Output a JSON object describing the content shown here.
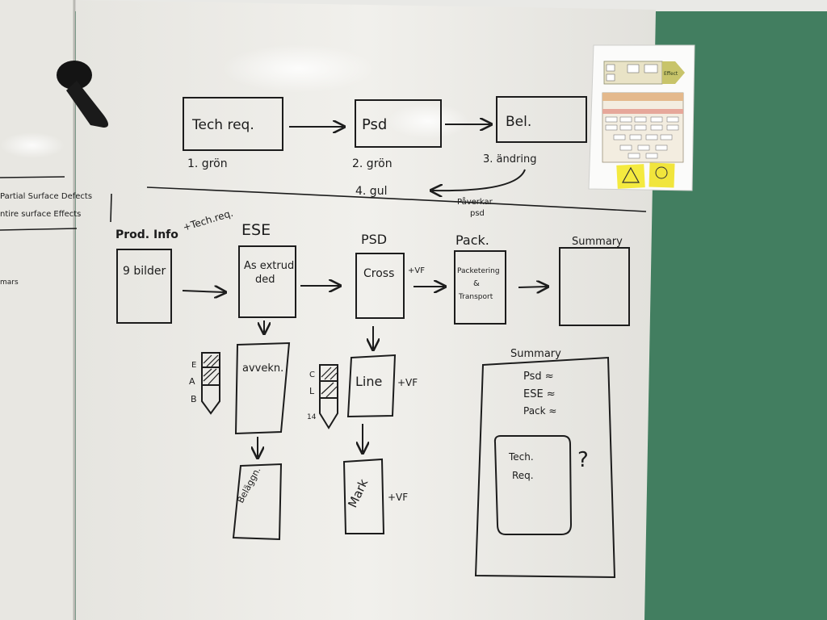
{
  "scene": {
    "wall_color": "#3f7a5c",
    "board_color": "#ecebe6",
    "ink_color": "#1c1c1c"
  },
  "top_flow": {
    "box1": "Tech req.",
    "box2": "Psd",
    "box3": "Bel.",
    "label1": "1. grön",
    "label2": "2. grön",
    "label3": "3. ändring",
    "label4": "4. gul",
    "feedback_note_line1": "Påverkar",
    "feedback_note_line2": "psd"
  },
  "left_fragments": {
    "line1": "Partial Surface Defects",
    "line2": "ntire surface Effects",
    "line3": "mars"
  },
  "bottom_flow": {
    "head_prod_info": "Prod. Info",
    "head_tech_req": "+Tech.req.",
    "head_ese": "ESE",
    "head_psd": "PSD",
    "head_pack": "Pack.",
    "head_summary": "Summary",
    "box_prod_info": "9 bilder",
    "box_ese_line1": "As extrud",
    "box_ese_line2": "ded",
    "box_psd": "Cross",
    "psd_side_note": "+VF",
    "box_pack_line1": "Packetering",
    "box_pack_line2": "&",
    "box_pack_line3": "Transport",
    "ese_sub1": "avvekn.",
    "ese_sub2": "Beläggn.",
    "psd_sub1": "Line",
    "psd_sub1_note": "+VF",
    "psd_sub2": "Mark",
    "psd_sub2_note": "+VF",
    "scale_ese_labels": [
      "E",
      "A",
      "B"
    ],
    "scale_psd_labels": [
      "C",
      "L",
      "14"
    ]
  },
  "summary_panel": {
    "title": "Summary",
    "line1": "Psd ≈",
    "line2": "ESE ≈",
    "line3": "Pack ≈",
    "inner_line1": "Tech.",
    "inner_line2": "Req.",
    "question_mark": "?"
  },
  "pinned_paper": {
    "header_tag": "Effect",
    "sticky_colors": [
      "#f4ea3f",
      "#f1e53c"
    ]
  }
}
